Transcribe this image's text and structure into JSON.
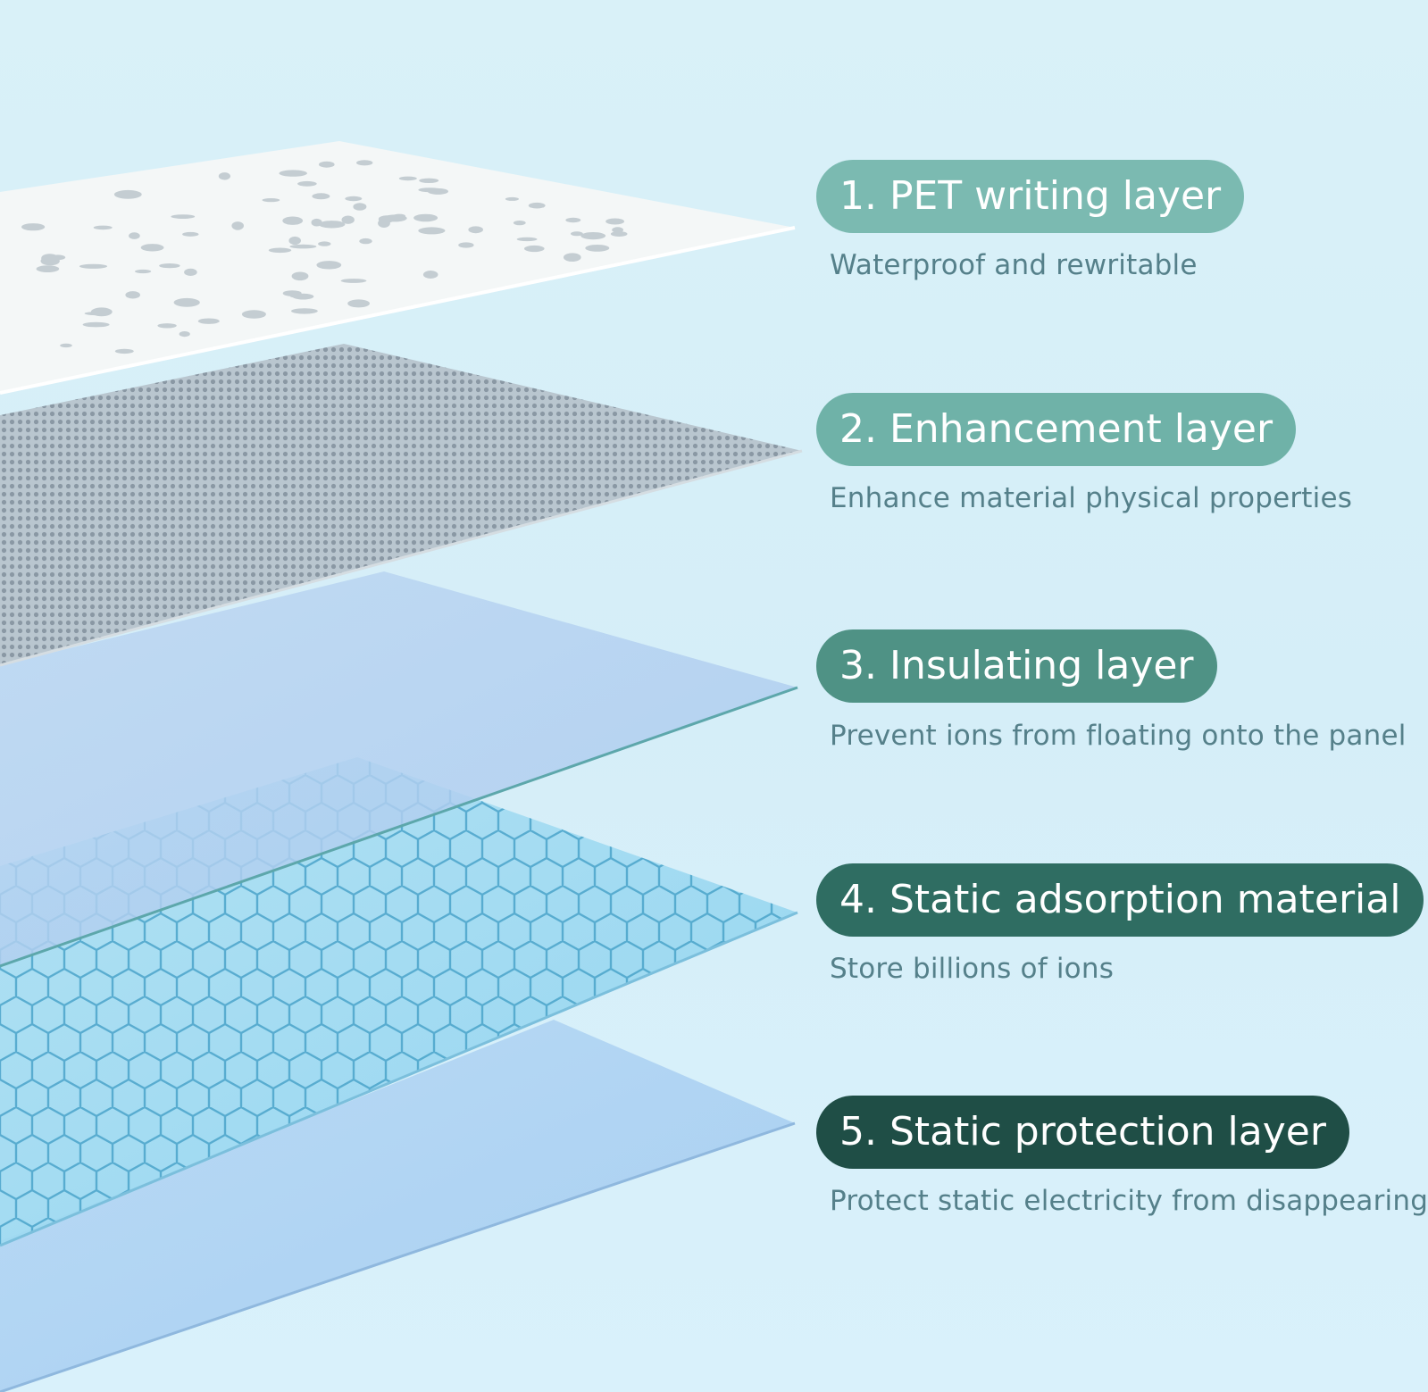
{
  "colors": {
    "background": "#d8f0f8",
    "pill_1": "#7bbab1",
    "pill_2": "#6fb2a8",
    "pill_3": "#4f9285",
    "pill_4": "#2f6d62",
    "pill_5": "#1f4e46",
    "caption": "#55808a"
  },
  "layers": [
    {
      "title": "1. PET writing layer",
      "description": "Waterproof and rewritable",
      "pill_color": "#7bbab1"
    },
    {
      "title": "2. Enhancement layer",
      "description": "Enhance material physical properties",
      "pill_color": "#6fb2a8"
    },
    {
      "title": "3. Insulating layer",
      "description": "Prevent ions from floating onto the panel",
      "pill_color": "#4f9285"
    },
    {
      "title": "4. Static adsorption material",
      "description": "Store billions of ions",
      "pill_color": "#2f6d62"
    },
    {
      "title": "5. Static protection layer",
      "description": "Protect static electricity from disappearing",
      "pill_color": "#1f4e46"
    }
  ]
}
